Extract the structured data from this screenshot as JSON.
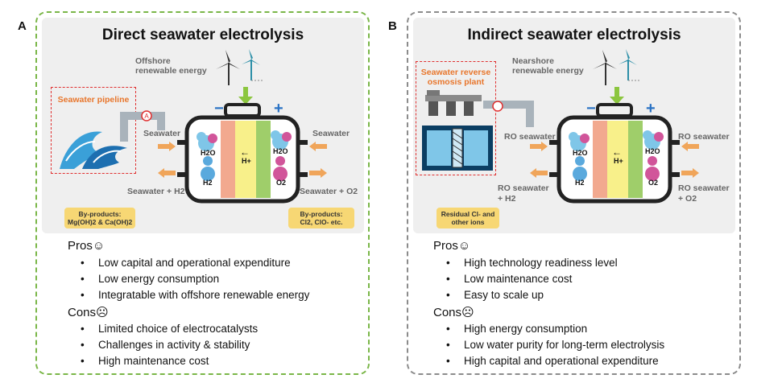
{
  "panel_a": {
    "letter": "A",
    "title": "Direct seawater electrolysis",
    "energy_label": "Offshore\nrenewable energy",
    "pipeline_label": "Seawater pipeline",
    "in_label": "Seawater",
    "in_right_label": "Seawater",
    "out_left_label": "Seawater + H2",
    "out_right_label": "Seawater + O2",
    "byproducts_left": "By-products:\nMg(OH)2 & Ca(OH)2",
    "byproducts_right": "By-products:\nCl2, ClO- etc.",
    "pros_title": "Pros☺",
    "pros": [
      "Low capital and operational expenditure",
      "Low energy consumption",
      "Integratable with offshore renewable energy"
    ],
    "cons_title": "Cons☹",
    "cons": [
      "Limited choice of electrocatalysts",
      "Challenges in activity & stability",
      "High maintenance cost"
    ]
  },
  "panel_b": {
    "letter": "B",
    "title": "Indirect seawater electrolysis",
    "energy_label": "Nearshore\nrenewable energy",
    "plant_label": "Seawater reverse\nosmosis plant",
    "in_label": "RO seawater",
    "in_right_label": "RO seawater",
    "out_left_label": "RO seawater\n+ H2",
    "out_right_label": "RO seawater\n+ O2",
    "residual_label": "Residual Cl- and\nother ions",
    "pros_title": "Pros☺",
    "pros": [
      "High technology readiness level",
      "Low maintenance cost",
      "Easy to scale up"
    ],
    "cons_title": "Cons☹",
    "cons": [
      "High energy consumption",
      "Low water purity for long-term electrolysis",
      "High capital and operational expenditure"
    ]
  },
  "cell": {
    "minus": "−",
    "plus": "+",
    "h2o": "H2O",
    "h2": "H2",
    "o2": "O2",
    "hplus": "H+"
  },
  "colors": {
    "green_border": "#7ab648",
    "grey_border": "#8c8c8c",
    "orange": "#e8762c",
    "blue_sign": "#2a72c4",
    "cell_red": "#f2a98f",
    "cell_yellow": "#f8f08a",
    "cell_green": "#9fce6a"
  }
}
